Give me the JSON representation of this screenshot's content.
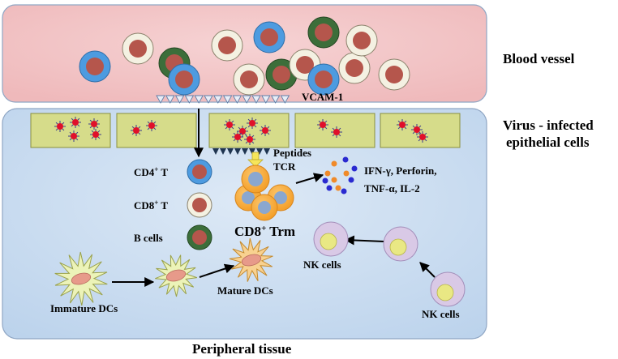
{
  "regions": {
    "blood_vessel": "Blood vessel",
    "epithelial_line1": "Virus - infected",
    "epithelial_line2": "epithelial cells",
    "peripheral_tissue": "Peripheral tissue"
  },
  "markers": {
    "vcam": "VCAM-1",
    "peptides": "Peptides",
    "tcr": "TCR"
  },
  "legend": {
    "cd4": {
      "base": "CD4",
      "sup": "+",
      "tail": " T"
    },
    "cd8": {
      "base": "CD8",
      "sup": "+",
      "tail": " T"
    },
    "bcells": "B cells"
  },
  "trm": {
    "base": "CD8",
    "sup": "+",
    "tail": " Trm"
  },
  "cytokines": {
    "line1": "IFN-γ, Perforin,",
    "line2": "TNF-α, IL-2"
  },
  "dcs": {
    "immature": "Immature DCs",
    "mature": "Mature DCs"
  },
  "nk": {
    "upper": "NK cells",
    "lower": "NK cells"
  },
  "colors": {
    "vessel_fill": "#f3c5c7",
    "tissue_fill": "#cfe1f3",
    "epithelial_fill": "#d6dc8a",
    "virus": "#e0102a",
    "cd4_ring": "#4d9be0",
    "cd8_ring": "#f4f1e2",
    "b_ring": "#3c6e3a",
    "nucleus": "#b5564c",
    "trm": "#f6a636",
    "trm_nucleus": "#8aa7cf",
    "nk_ring": "#d9c9e6",
    "nk_nucleus": "#e9e884",
    "dc_fill": "#ecf3b8",
    "dc_nucleus": "#e79a8a",
    "mature_dc_fill": "#f8d190"
  }
}
